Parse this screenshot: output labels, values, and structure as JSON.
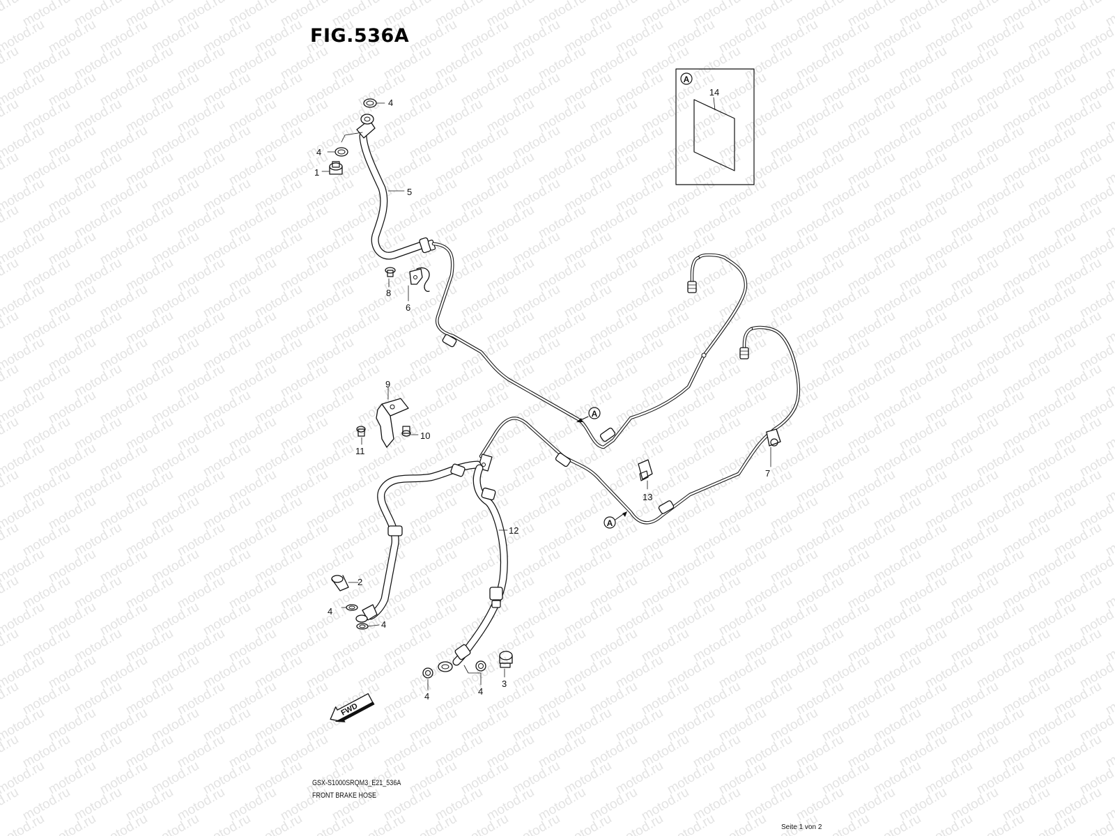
{
  "figure": {
    "title": "FIG.536A",
    "model_code": "GSX-S1000SRQM3_E21_536A",
    "caption": "FRONT BRAKE HOSE",
    "page_indicator": "Seite 1 von 2",
    "watermark_text": "motod.ru"
  },
  "inset": {
    "marker": "A",
    "part_label": "14"
  },
  "ref_markers": [
    "A",
    "A"
  ],
  "fwd_label": "FWD",
  "callouts": [
    "1",
    "2",
    "3",
    "4",
    "4",
    "4",
    "4",
    "4",
    "4",
    "5",
    "6",
    "7",
    "8",
    "9",
    "10",
    "11",
    "12",
    "13"
  ]
}
